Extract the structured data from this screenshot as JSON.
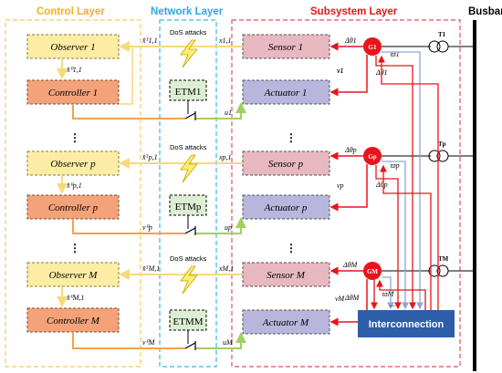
{
  "layers": {
    "control": "Control Layer",
    "network": "Network Layer",
    "subsystem": "Subsystem Layer",
    "busbar": "Busbar"
  },
  "colors": {
    "control_dash": "#f5c85a",
    "network_dash": "#38b6e6",
    "subsystem_dash": "#e0525a",
    "observer_fill": "#fdeca3",
    "observer_stroke": "#8a7a3a",
    "controller_fill": "#f4a27a",
    "controller_stroke": "#7a4a32",
    "etm_fill": "#dcefd2",
    "sensor_fill": "#e7b8c0",
    "actuator_fill": "#b8b6dc",
    "orange_line": "#f4a050",
    "yellow_line": "#f7d97a",
    "green_line": "#a0d060",
    "red_line": "#e8141c",
    "blue_line": "#8aa8d8",
    "generator": "#e8141c",
    "interconnection": "#2e5eaa"
  },
  "rows": [
    {
      "observer": "Observer 1",
      "controller": "Controller 1",
      "etm": "ETM1",
      "sensor": "Sensor 1",
      "actuator": "Actuator 1",
      "gen": "G1",
      "trans": "T1",
      "sig_xt": "x̂ᵀ1,1",
      "sig_xs": "x̂⁰1,1",
      "sig_v": "v1",
      "sig_u": "u1",
      "sig_x": "x1,1",
      "sig_dw": "Δθ1",
      "sig_w": "ϖ1",
      "sig_dt": "Δθ1",
      "dos": "DoS attacks"
    },
    {
      "observer": "Observer p",
      "controller": "Controller p",
      "etm": "ETMp",
      "sensor": "Sensor p",
      "actuator": "Actuator p",
      "gen": "Gp",
      "trans": "Tp",
      "sig_xt": "x̂ᵀp,1",
      "sig_xs": "x̂⁰p,1",
      "sig_v": "v⁰p",
      "sig_u": "up",
      "sig_x": "xp,1",
      "sig_dw": "Δθp",
      "sig_w": "ϖp",
      "sig_dt": "Δθp",
      "sig_vp": "vp",
      "dos": "DoS attacks"
    },
    {
      "observer": "Observer M",
      "controller": "Controller M",
      "etm": "ETMM",
      "sensor": "Sensor M",
      "actuator": "Actuator M",
      "gen": "GM",
      "trans": "TM",
      "sig_xt": "x̂ᵀM,1",
      "sig_xs": "x̂⁰M,1",
      "sig_v": "v⁰M",
      "sig_u": "uM",
      "sig_x": "xM,1",
      "sig_dw": "ΔθM",
      "sig_w": "ϖM",
      "sig_dt": "ΔθM",
      "sig_vm": "vM",
      "dos": "DoS attacks"
    }
  ],
  "misc": {
    "v1_ctrl": "v1",
    "dots": "⋮",
    "interconnection": "Interconnection",
    "hdots": "..."
  }
}
